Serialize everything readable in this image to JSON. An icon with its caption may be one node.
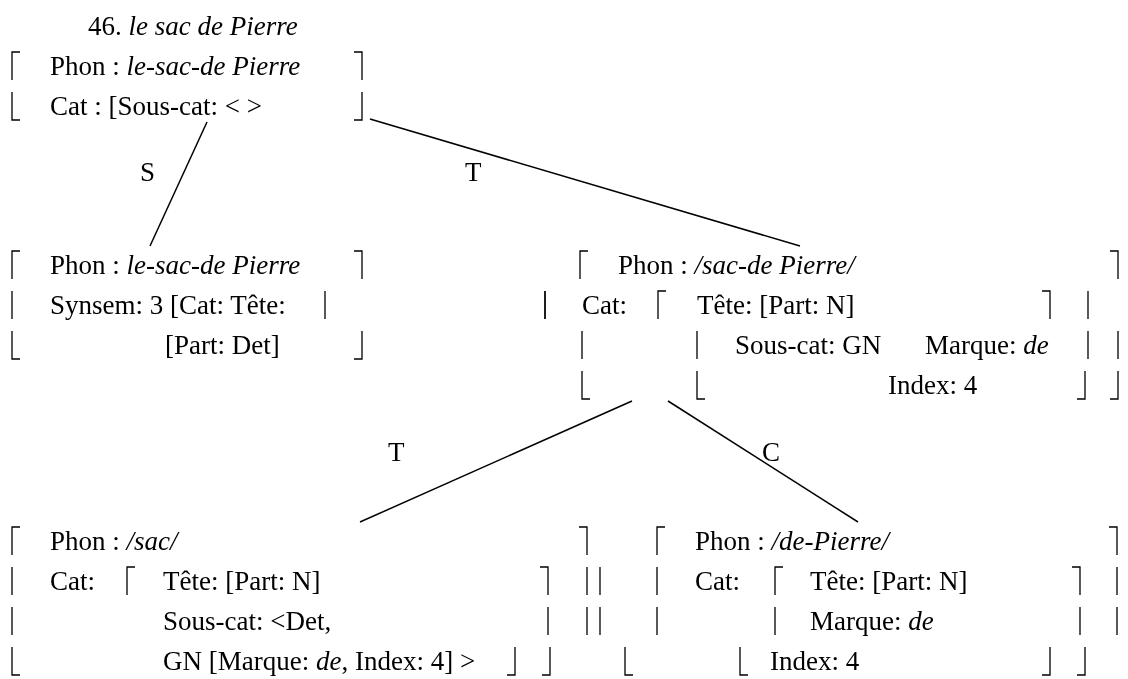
{
  "diagram": {
    "title": "46. *le sac de Pierre*",
    "nodes": [
      {
        "text": [
          "Phon : *le-sac-de Pierre*",
          "Cat : [Sous-cat: < >"
        ]
      },
      {
        "text": [
          "Phon : *le-sac-de Pierre*",
          "Synsem: 3 [Cat: Tête:",
          "[Part: Det]"
        ]
      },
      {
        "text": [
          "Phon : */sac-de Pierre/*",
          "Cat:",
          "Tête: [Part: N]",
          "Sous-cat: GN",
          "Marque: *de*",
          "Index: 4"
        ]
      },
      {
        "text": [
          "Phon : */sac/*",
          "Cat:",
          "Tête: [Part: N]",
          "Sous-cat: <Det,",
          "GN [Marque: *de*, Index: 4] >"
        ]
      },
      {
        "text": [
          "Phon : */de-Pierre/*",
          "Cat:",
          "Tête: [Part: N]",
          "Marque: *de*",
          "Index: 4"
        ]
      }
    ],
    "edges": [
      {
        "from": 0,
        "to": 1,
        "arrow": "none",
        "label": "S"
      },
      {
        "from": 0,
        "to": 2,
        "arrow": "none",
        "label": "T"
      },
      {
        "from": 2,
        "to": 3,
        "arrow": "none",
        "label": "T"
      },
      {
        "from": 2,
        "to": 4,
        "arrow": "none",
        "label": "C"
      }
    ]
  }
}
